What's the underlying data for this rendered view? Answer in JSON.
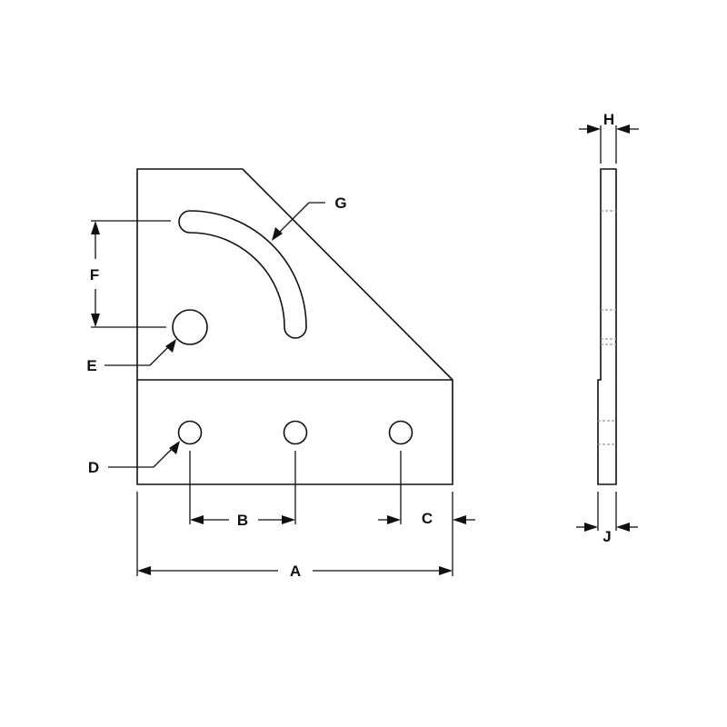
{
  "labels": {
    "a": "A",
    "b": "B",
    "c": "C",
    "d": "D",
    "e": "E",
    "f": "F",
    "g": "G",
    "h": "H",
    "j": "J"
  },
  "colors": {
    "line": "#111111",
    "hidden_line": "#999999",
    "background": "#ffffff"
  }
}
